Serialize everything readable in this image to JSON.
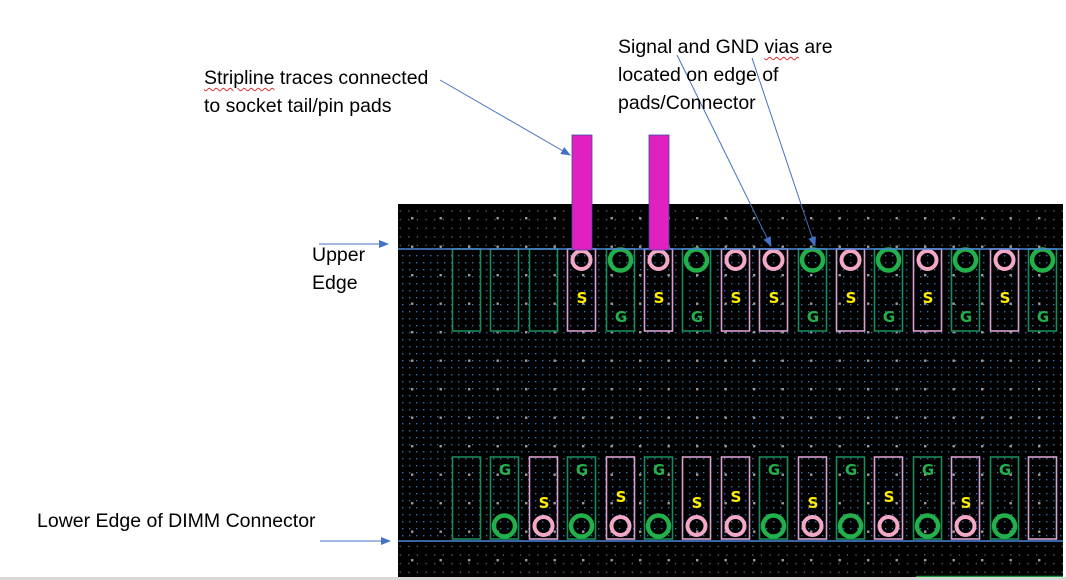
{
  "annotations": {
    "stripline": {
      "line1_pre": "Stripline",
      "line1_post": " traces connected",
      "line2": "to socket tail/pin pads"
    },
    "vias": {
      "line1_pre": "Signal and GND ",
      "line1_word": "vias",
      "line1_post": " are",
      "line2": "located on edge of",
      "line3": "pads/Connector"
    },
    "upper_edge": {
      "line1": "Upper",
      "line2": "Edge"
    },
    "lower_edge": {
      "text": "Lower Edge of DIMM Connector"
    }
  },
  "colors": {
    "board": "#000000",
    "grid_dot": "#2f6fb0",
    "grid_major": "#a0a0a0",
    "edge_line": "#4a86d8",
    "arrow": "#4472c4",
    "trace": "#e020c0",
    "signal_pad": "#d8a0d0",
    "ground_pad": "#1a8a5a",
    "signal_via": "#f4a8c8",
    "ground_via": "#22b04a",
    "signal_letter": "#ffee00",
    "ground_letter": "#22b04a"
  },
  "upper_row": [
    {
      "type": "G",
      "label": "",
      "via": false
    },
    {
      "type": "G",
      "label": "",
      "via": false
    },
    {
      "type": "G",
      "label": "",
      "via": false
    },
    {
      "type": "S",
      "label": "S",
      "via": true,
      "trace": true
    },
    {
      "type": "G",
      "label": "G",
      "via": true
    },
    {
      "type": "S",
      "label": "S",
      "via": true,
      "trace": true
    },
    {
      "type": "G",
      "label": "G",
      "via": true
    },
    {
      "type": "S",
      "label": "S",
      "via": true
    },
    {
      "type": "S",
      "label": "S",
      "via": true
    },
    {
      "type": "G",
      "label": "G",
      "via": true
    },
    {
      "type": "S",
      "label": "S",
      "via": true
    },
    {
      "type": "G",
      "label": "G",
      "via": true
    },
    {
      "type": "S",
      "label": "S",
      "via": true
    },
    {
      "type": "G",
      "label": "G",
      "via": true
    },
    {
      "type": "S",
      "label": "S",
      "via": true
    },
    {
      "type": "G",
      "label": "G",
      "via": true
    }
  ],
  "lower_row": [
    {
      "type": "G",
      "label": "",
      "via": false
    },
    {
      "type": "G",
      "label": "G",
      "via": true
    },
    {
      "type": "S",
      "label": "S",
      "via": true
    },
    {
      "type": "G",
      "label": "G",
      "via": true
    },
    {
      "type": "S",
      "label": "S",
      "via": true
    },
    {
      "type": "G",
      "label": "G",
      "via": true
    },
    {
      "type": "S",
      "label": "S",
      "via": true
    },
    {
      "type": "S",
      "label": "S",
      "via": true
    },
    {
      "type": "G",
      "label": "G",
      "via": true
    },
    {
      "type": "S",
      "label": "S",
      "via": true
    },
    {
      "type": "G",
      "label": "G",
      "via": true
    },
    {
      "type": "S",
      "label": "S",
      "via": true
    },
    {
      "type": "G",
      "label": "G",
      "via": true
    },
    {
      "type": "S",
      "label": "S",
      "via": true
    },
    {
      "type": "G",
      "label": "G",
      "via": true
    },
    {
      "type": "S",
      "label": "",
      "via": false
    }
  ]
}
